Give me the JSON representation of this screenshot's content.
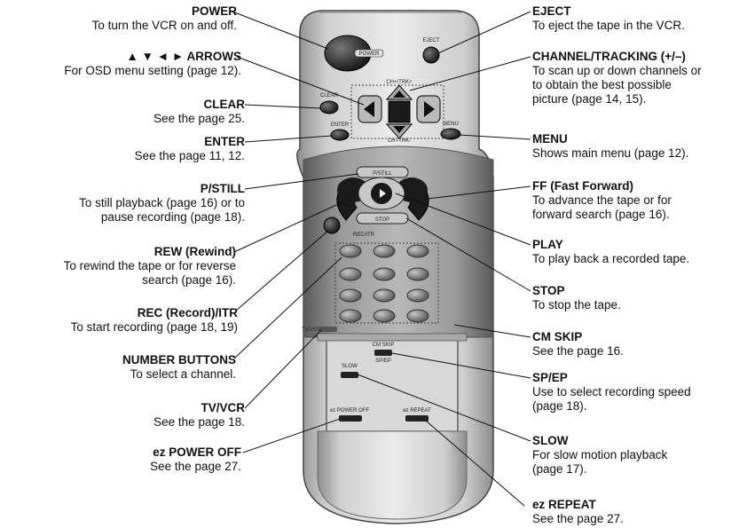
{
  "left_labels": [
    {
      "title": "POWER",
      "desc": [
        "To turn the VCR on and off."
      ]
    },
    {
      "title": "▲ ▼ ◄ ► ARROWS",
      "desc": [
        "For OSD menu setting (page 12)."
      ]
    },
    {
      "title": "CLEAR",
      "desc": [
        "See the page 25."
      ]
    },
    {
      "title": "ENTER",
      "desc": [
        "See the page 11, 12."
      ]
    },
    {
      "title": "P/STILL",
      "desc": [
        "To still playback (page 16) or to",
        "pause recording (page 18)."
      ]
    },
    {
      "title": "REW (Rewind)",
      "desc": [
        "To rewind the tape or for reverse",
        "search (page 16)."
      ]
    },
    {
      "title": "REC (Record)/ITR",
      "desc": [
        "To start recording (page 18, 19)"
      ]
    },
    {
      "title": "NUMBER BUTTONS",
      "desc": [
        "To select a channel."
      ]
    },
    {
      "title": "TV/VCR",
      "desc": [
        "See the page 18."
      ]
    },
    {
      "title": "ez POWER OFF",
      "desc": [
        "See the page 27."
      ]
    }
  ],
  "right_labels": [
    {
      "title": "EJECT",
      "desc": [
        "To eject the tape in the VCR."
      ]
    },
    {
      "title": "CHANNEL/TRACKING (+/–)",
      "desc": [
        "To scan up or down channels or",
        "to obtain the best possible",
        "picture (page 14, 15)."
      ]
    },
    {
      "title": "MENU",
      "desc": [
        "Shows main menu (page 12)."
      ]
    },
    {
      "title": "FF (Fast Forward)",
      "desc": [
        "To advance the tape or for",
        "forward search (page 16)."
      ]
    },
    {
      "title": "PLAY",
      "desc": [
        "To play back a recorded tape."
      ]
    },
    {
      "title": "STOP",
      "desc": [
        "To stop the tape."
      ]
    },
    {
      "title": "CM SKIP",
      "desc": [
        "See the page 16."
      ]
    },
    {
      "title": "SP/EP",
      "desc": [
        "Use to select recording speed",
        "(page 18)."
      ]
    },
    {
      "title": "SLOW",
      "desc": [
        "For slow motion playback",
        "(page 17)."
      ]
    },
    {
      "title": "ez REPEAT",
      "desc": [
        "See the page 27."
      ]
    }
  ],
  "remote": {
    "power": "POWER",
    "eject": "EJECT",
    "ch_trk_top": "CH+/TRK+",
    "ch_trk_bottom": "CH-/TRK-",
    "clear": "CLEAR",
    "enter": "ENTER",
    "menu": "MENU",
    "pstill": "P/STILL",
    "stop": "STOP",
    "rec": "REC/ITR",
    "tvvcr": "TV/VCR",
    "cm_skip": "CM SKIP",
    "sp_ep": "SP/EP",
    "slow": "SLOW",
    "ez_power_off": "ez POWER OFF",
    "ez_repeat": "ez REPEAT"
  }
}
